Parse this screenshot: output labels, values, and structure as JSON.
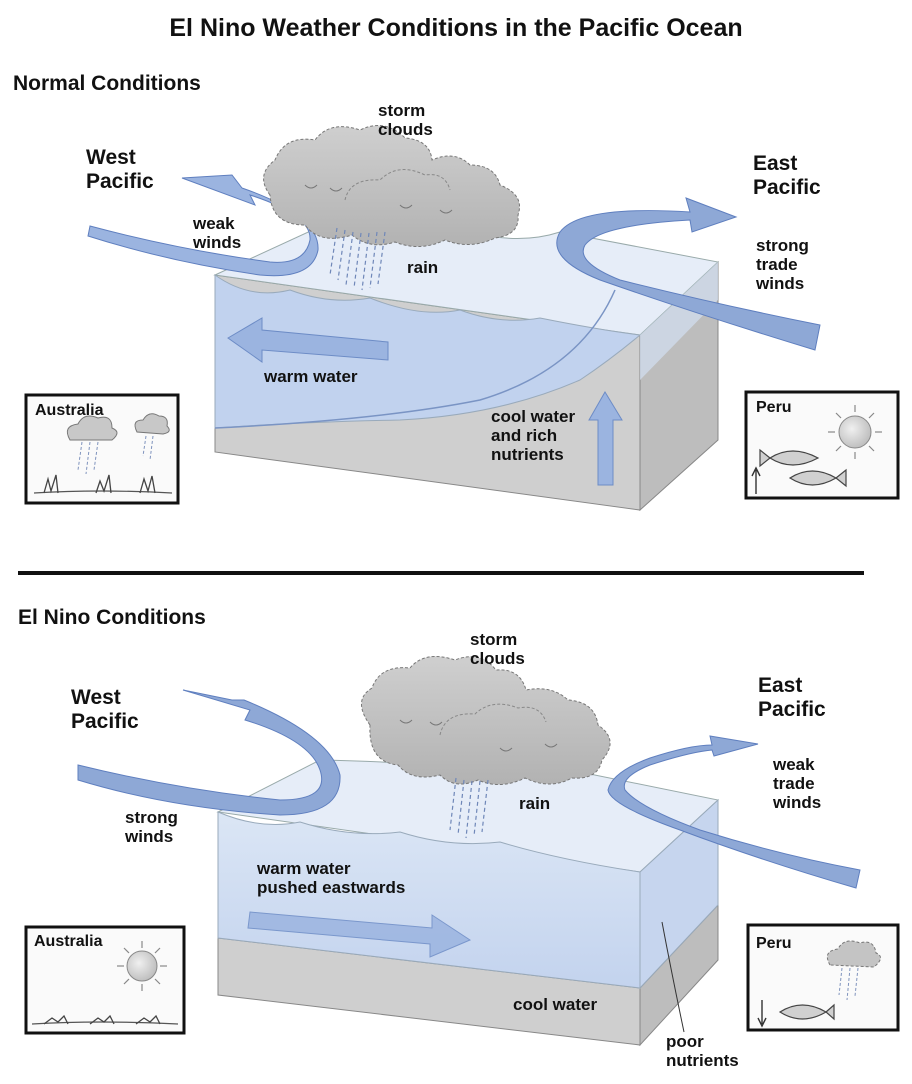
{
  "title": "El Nino Weather Conditions in the Pacific Ocean",
  "normal": {
    "heading": "Normal Conditions",
    "west_l1": "West",
    "west_l2": "Pacific",
    "east_l1": "East",
    "east_l2": "Pacific",
    "winds_l1": "weak",
    "winds_l2": "winds",
    "trade_l1": "strong",
    "trade_l2": "trade",
    "trade_l3": "winds",
    "clouds_l1": "storm",
    "clouds_l2": "clouds",
    "rain": "rain",
    "warm": "warm water",
    "cool_l1": "cool water",
    "cool_l2": "and rich",
    "cool_l3": "nutrients",
    "australia": "Australia",
    "peru": "Peru"
  },
  "elnino": {
    "heading": "El Nino Conditions",
    "west_l1": "West",
    "west_l2": "Pacific",
    "east_l1": "East",
    "east_l2": "Pacific",
    "winds_l1": "strong",
    "winds_l2": "winds",
    "trade_l1": "weak",
    "trade_l2": "trade",
    "trade_l3": "winds",
    "clouds_l1": "storm",
    "clouds_l2": "clouds",
    "rain": "rain",
    "warm_l1": "warm water",
    "warm_l2": "pushed eastwards",
    "cool": "cool water",
    "poor_l1": "poor",
    "poor_l2": "nutrients",
    "australia": "Australia",
    "peru": "Peru"
  },
  "colors": {
    "water_top": "#e4ecf7",
    "water_front": "#c6d5ee",
    "warm_water": "#aec3e8",
    "arrow": "#8ea8d6",
    "arrow_dark": "#6d8cc6",
    "ground": "#c9c9c9",
    "cloud": "#c4c4c4",
    "divider": "#111111"
  }
}
